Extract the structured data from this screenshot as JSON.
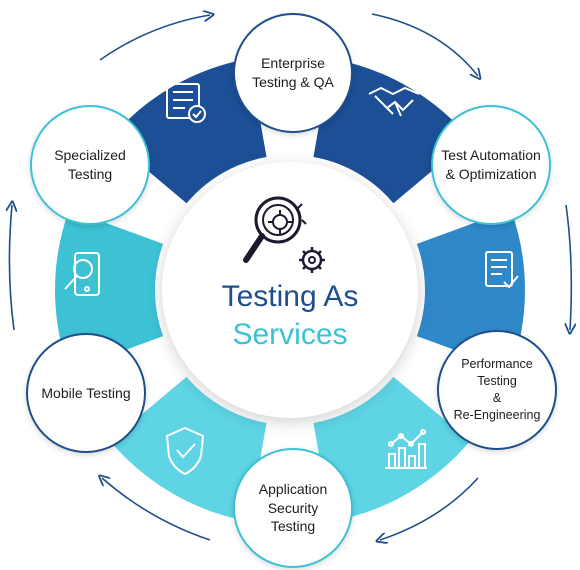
{
  "center": {
    "title": "Testing As",
    "subtitle": "Services"
  },
  "services": {
    "enterprise": "Enterprise\nTesting & QA",
    "automation": "Test Automation\n& Optimization",
    "performance": "Performance\nTesting\n&\nRe-Engineering",
    "security": "Application\nSecurity\nTesting",
    "mobile": "Mobile Testing",
    "specialized": "Specialized\nTesting"
  },
  "icons": {
    "checklist": "checklist-icon",
    "handshake": "handshake-icon",
    "report": "report-check-icon",
    "analytics": "bar-chart-icon",
    "shield": "shield-check-icon",
    "mobile": "mobile-search-icon",
    "hero": "magnifier-gears-icon"
  },
  "colors": {
    "navy": "#1f4f8b",
    "dark_blue": "#1c4f95",
    "blue": "#2f89c9",
    "cyan": "#3cc2d4",
    "light_cyan": "#5ed4e4"
  }
}
